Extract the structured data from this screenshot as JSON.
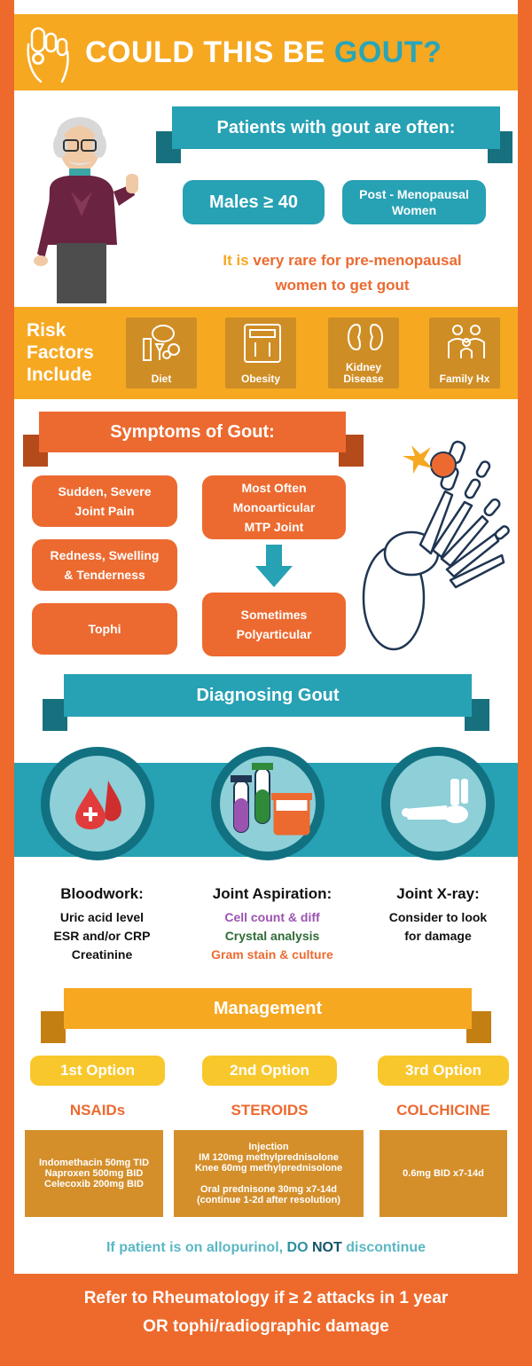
{
  "header": {
    "title_prefix": "COULD THIS BE ",
    "title_accent": "GOUT?",
    "icon": "toe-icon"
  },
  "demographics": {
    "heading": "Patients with gout are often:",
    "pill_1": "Males ≥ 40",
    "pill_2_line1": "Post - Menopausal",
    "pill_2_line2": "Women",
    "note_w1": "It is",
    "note_w2": "very rare for",
    "note_w3": "pre-menopausal",
    "note_line2": "women to get gout"
  },
  "risk_factors": {
    "title_line1": "Risk",
    "title_line2": "Factors",
    "title_line3": "Include",
    "items": [
      {
        "label": "Diet",
        "icon": "diet-icon"
      },
      {
        "label": "Obesity",
        "icon": "scale-icon"
      },
      {
        "label_line1": "Kidney",
        "label_line2": "Disease",
        "icon": "kidney-icon"
      },
      {
        "label": "Family Hx",
        "icon": "family-icon"
      }
    ]
  },
  "symptoms": {
    "heading": "Symptoms of Gout:",
    "s1_l1": "Sudden, Severe",
    "s1_l2": "Joint Pain",
    "s2_l1": "Redness, Swelling",
    "s2_l2": "& Tenderness",
    "s3": "Tophi",
    "s4_l1": "Most Often",
    "s4_l2": "Monoarticular",
    "s4_l3": "MTP Joint",
    "s5_l1": "Sometimes",
    "s5_l2": "Polyarticular"
  },
  "diagnosis": {
    "heading": "Diagnosing Gout",
    "bloodwork": {
      "title": "Bloodwork:",
      "l1": "Uric acid level",
      "l2": "ESR and/or CRP",
      "l3": "Creatinine"
    },
    "aspiration": {
      "title": "Joint Aspiration:",
      "l1": "Cell count & diff",
      "l2": "Crystal analysis",
      "l3": "Gram stain & culture"
    },
    "xray": {
      "title": "Joint X-ray:",
      "l1": "Consider to look",
      "l2": "for damage"
    },
    "colors": {
      "purple": "#9b53b0",
      "green": "#2f6b36",
      "orange": "#ec6a30"
    }
  },
  "management": {
    "heading": "Management",
    "options": [
      {
        "label": "1st Option",
        "drug": "NSAIDs",
        "dose": "Indomethacin 50mg TID\nNaproxen 500mg BID\nCelecoxib 200mg BID"
      },
      {
        "label": "2nd Option",
        "drug": "STEROIDS",
        "dose": "Injection\nIM 120mg methylprednisolone\nKnee 60mg methylprednisolone\n\nOral prednisone 30mg x7-14d\n(continue 1-2d after resolution)"
      },
      {
        "label": "3rd Option",
        "drug": "COLCHICINE",
        "dose": "0.6mg BID x7-14d"
      }
    ],
    "note_pre": "If patient is on allopurinol, ",
    "note_do": "DO",
    "note_not": "NOT",
    "note_post": " discontinue"
  },
  "footer": {
    "line1": "Refer to Rheumatology if ≥ 2 attacks in 1 year",
    "line2": "OR tophi/radiographic damage"
  },
  "colors": {
    "orange": "#ec6a30",
    "gold": "#f6a821",
    "teal": "#27a1b4",
    "white": "#ffffff"
  }
}
